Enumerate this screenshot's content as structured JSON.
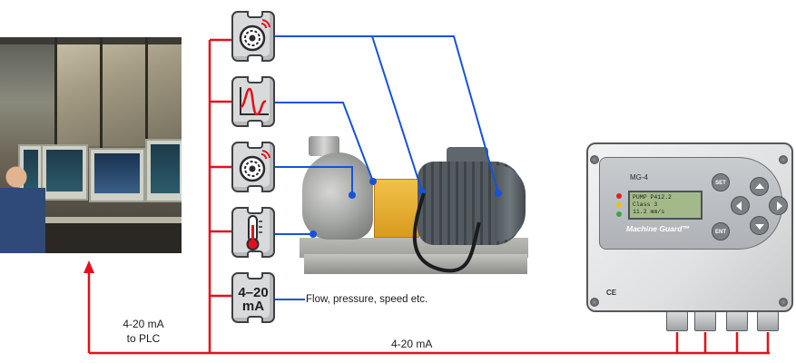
{
  "control_room": {
    "label_line1": "4-20 mA",
    "label_line2": "to PLC"
  },
  "bus_label": "4-20 mA",
  "sensors": [
    {
      "icon": "vibration-sensor-icon"
    },
    {
      "icon": "spectrum-analysis-icon"
    },
    {
      "icon": "vibration-sensor-icon"
    },
    {
      "icon": "temperature-sensor-icon"
    },
    {
      "icon": "analog-input-icon",
      "text_line1": "4–20",
      "text_line2": "mA"
    }
  ],
  "analog_input_caption": "Flow, pressure, speed etc.",
  "machine_guard": {
    "model": "MG-4",
    "display_line1": "PUMP  P412.2",
    "display_line2": "Class 3",
    "display_line3": "11.2 mm/s",
    "brand": "Machine Guard™",
    "btn_set": "SET",
    "btn_ent": "ENT",
    "ce_mark": "CE"
  },
  "colors": {
    "signal_red": "#e3101b",
    "sensor_blue": "#1553d8",
    "led_red": "#d7261e",
    "led_yellow": "#e9c21a",
    "led_green": "#3aa845"
  }
}
